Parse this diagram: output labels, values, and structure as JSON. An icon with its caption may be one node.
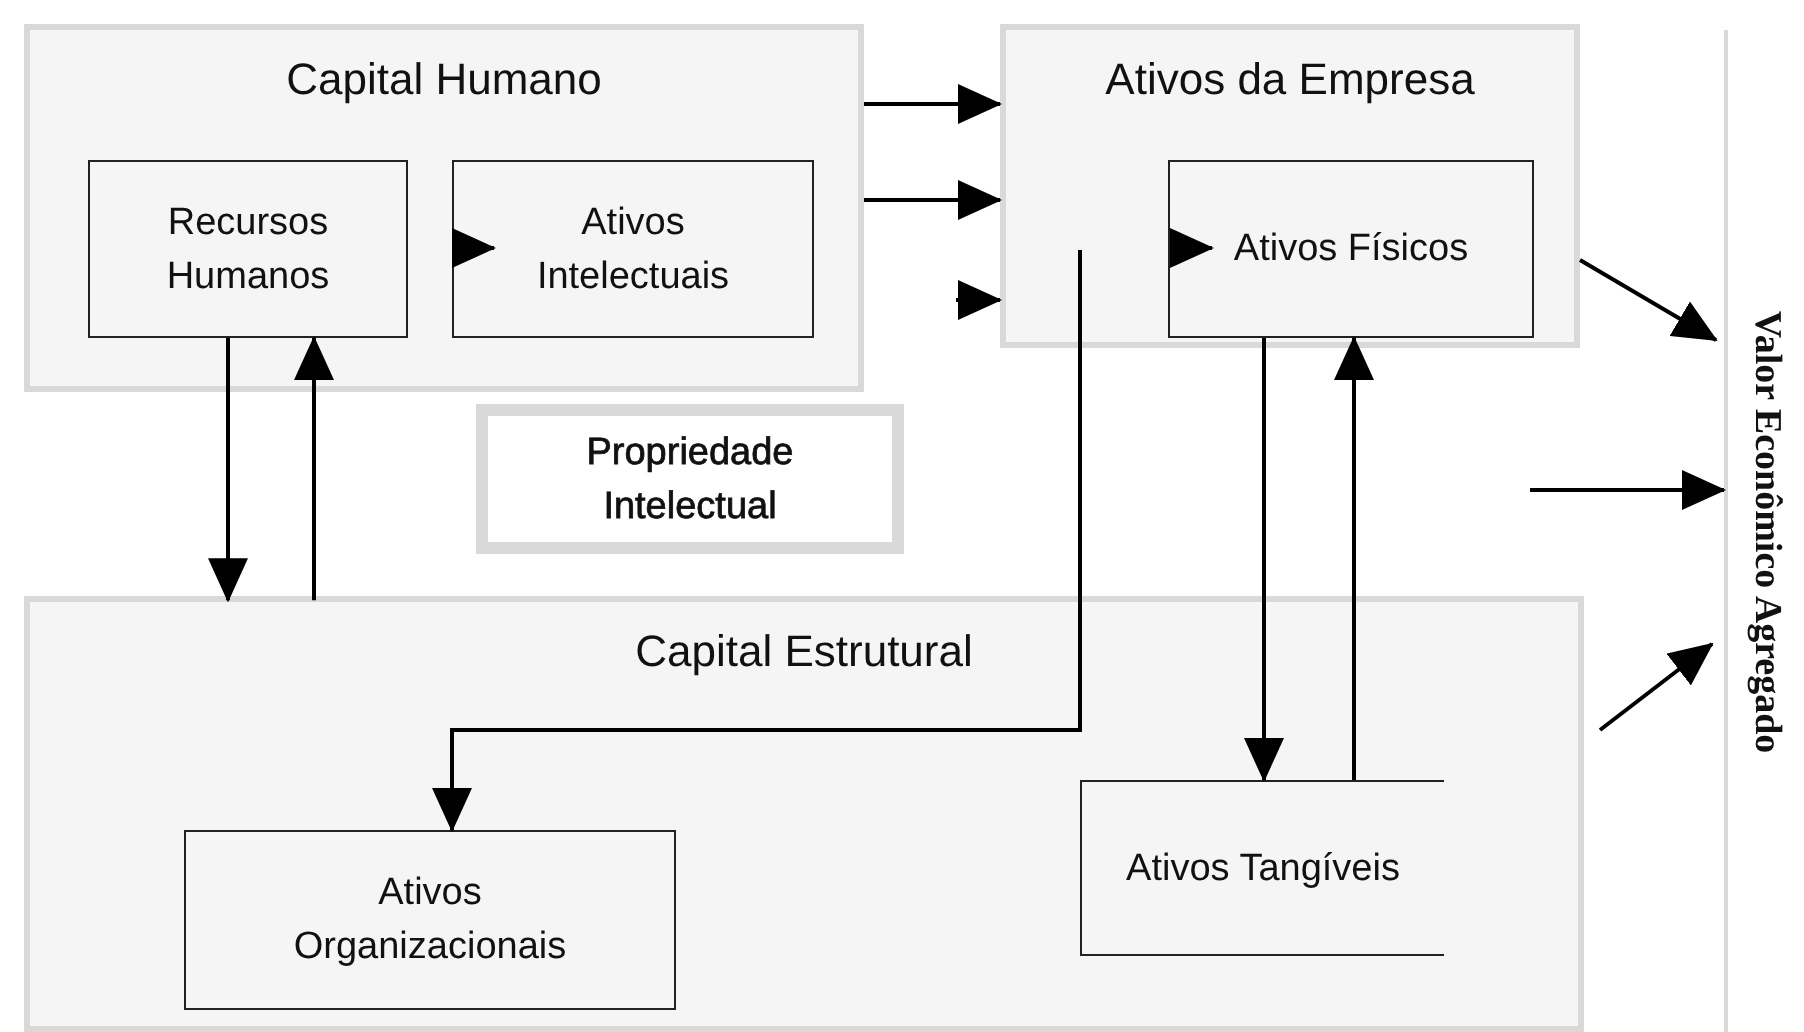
{
  "diagram": {
    "nodes": [
      {
        "text": [
          "Capital Humano"
        ]
      },
      {
        "text": [
          "Recursos Humanos"
        ],
        "in": 0
      },
      {
        "text": [
          "Ativos Intelectuais"
        ],
        "in": 0
      },
      {
        "text": [
          "Ativos da Empresa"
        ]
      },
      {
        "text": [
          "Ativos Físicos"
        ],
        "in": 3
      },
      {
        "text": [
          "Propriedade Intelectual"
        ]
      },
      {
        "text": [
          "Valor Econômico Agregado"
        ]
      },
      {
        "text": [
          "Capital Estrutural"
        ]
      },
      {
        "text": [
          "Ativos Organizacionais"
        ],
        "in": 7
      },
      {
        "text": [
          "Ativos Tangíveis"
        ],
        "in": 7
      }
    ],
    "edges": [
      {
        "from": 0,
        "to": 3,
        "arrow": "to"
      },
      {
        "from": 0,
        "to": 3,
        "arrow": "to"
      },
      {
        "from": null,
        "to": 3,
        "arrow": "to"
      },
      {
        "from": null,
        "to": 2,
        "arrow": "to"
      },
      {
        "from": null,
        "to": 4,
        "arrow": "to"
      },
      {
        "from": 1,
        "to": 7,
        "arrow": "to"
      },
      {
        "from": 7,
        "to": 1,
        "arrow": "to"
      },
      {
        "from": 3,
        "to": 8,
        "arrow": "to"
      },
      {
        "from": 4,
        "to": 9,
        "arrow": "to"
      },
      {
        "from": 9,
        "to": 4,
        "arrow": "to"
      },
      {
        "from": 3,
        "to": 6,
        "arrow": "to"
      },
      {
        "from": null,
        "to": 6,
        "arrow": "to"
      },
      {
        "from": 7,
        "to": 6,
        "arrow": "to"
      }
    ]
  }
}
